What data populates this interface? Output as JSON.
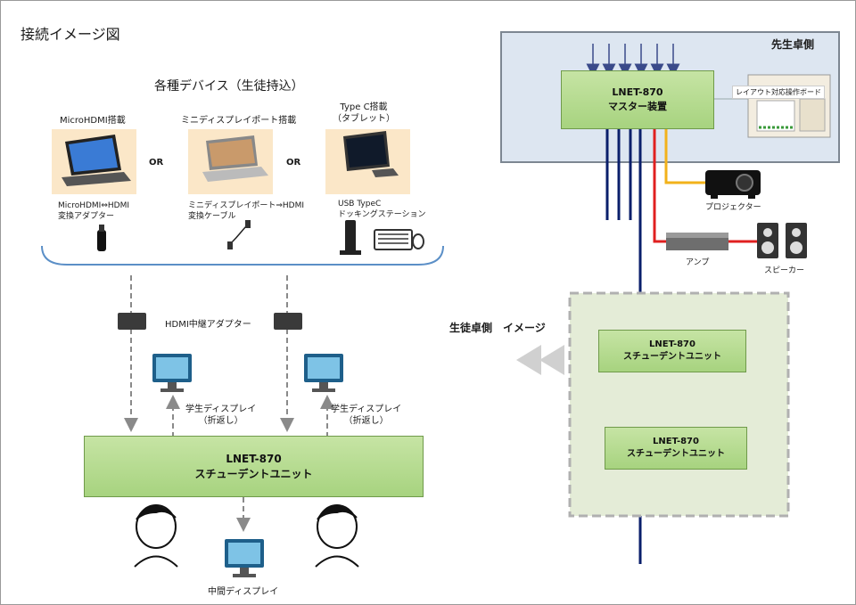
{
  "title": "接続イメージ図",
  "devices": {
    "heading": "各種デバイス（生徒持込）",
    "micro_hdmi": {
      "label": "MicroHDMI搭載",
      "adapter": "MicroHDMI⇔HDMI\n変換アダプター"
    },
    "mini_dp": {
      "label": "ミニディスプレイポート搭載",
      "cable": "ミニディスプレイポート⇒HDMI\n変換ケーブル"
    },
    "type_c": {
      "label": "Type C搭載\n（タブレット）",
      "dock": "USB TypeC\nドッキングステーション"
    },
    "or_label": "OR"
  },
  "relay_adapter": "HDMI中継アダプター",
  "student_display": "学生ディスプレイ\n（折返し）",
  "student_unit": {
    "model": "LNET-870",
    "name": "スチューデントユニット"
  },
  "middle_display": "中間ディスプレイ",
  "teacher": {
    "side_label": "先生卓側",
    "master": {
      "model": "LNET-870",
      "name": "マスター装置"
    },
    "panel": "レイアウト対応操作ボード",
    "projector": "プロジェクター",
    "amp": "アンプ",
    "speaker": "スピーカー"
  },
  "student_side": {
    "label": "生徒卓側　イメージ",
    "unit1": {
      "model": "LNET-870",
      "name": "スチューデントユニット"
    },
    "unit2": {
      "model": "LNET-870",
      "name": "スチューデントユニット"
    }
  },
  "colors": {
    "unit_green": "#a7d37f",
    "cable_navy": "#0a1f6b",
    "cable_red": "#e02020",
    "cable_yellow": "#f2b21a",
    "teacher_bg": "#dde6f1"
  }
}
